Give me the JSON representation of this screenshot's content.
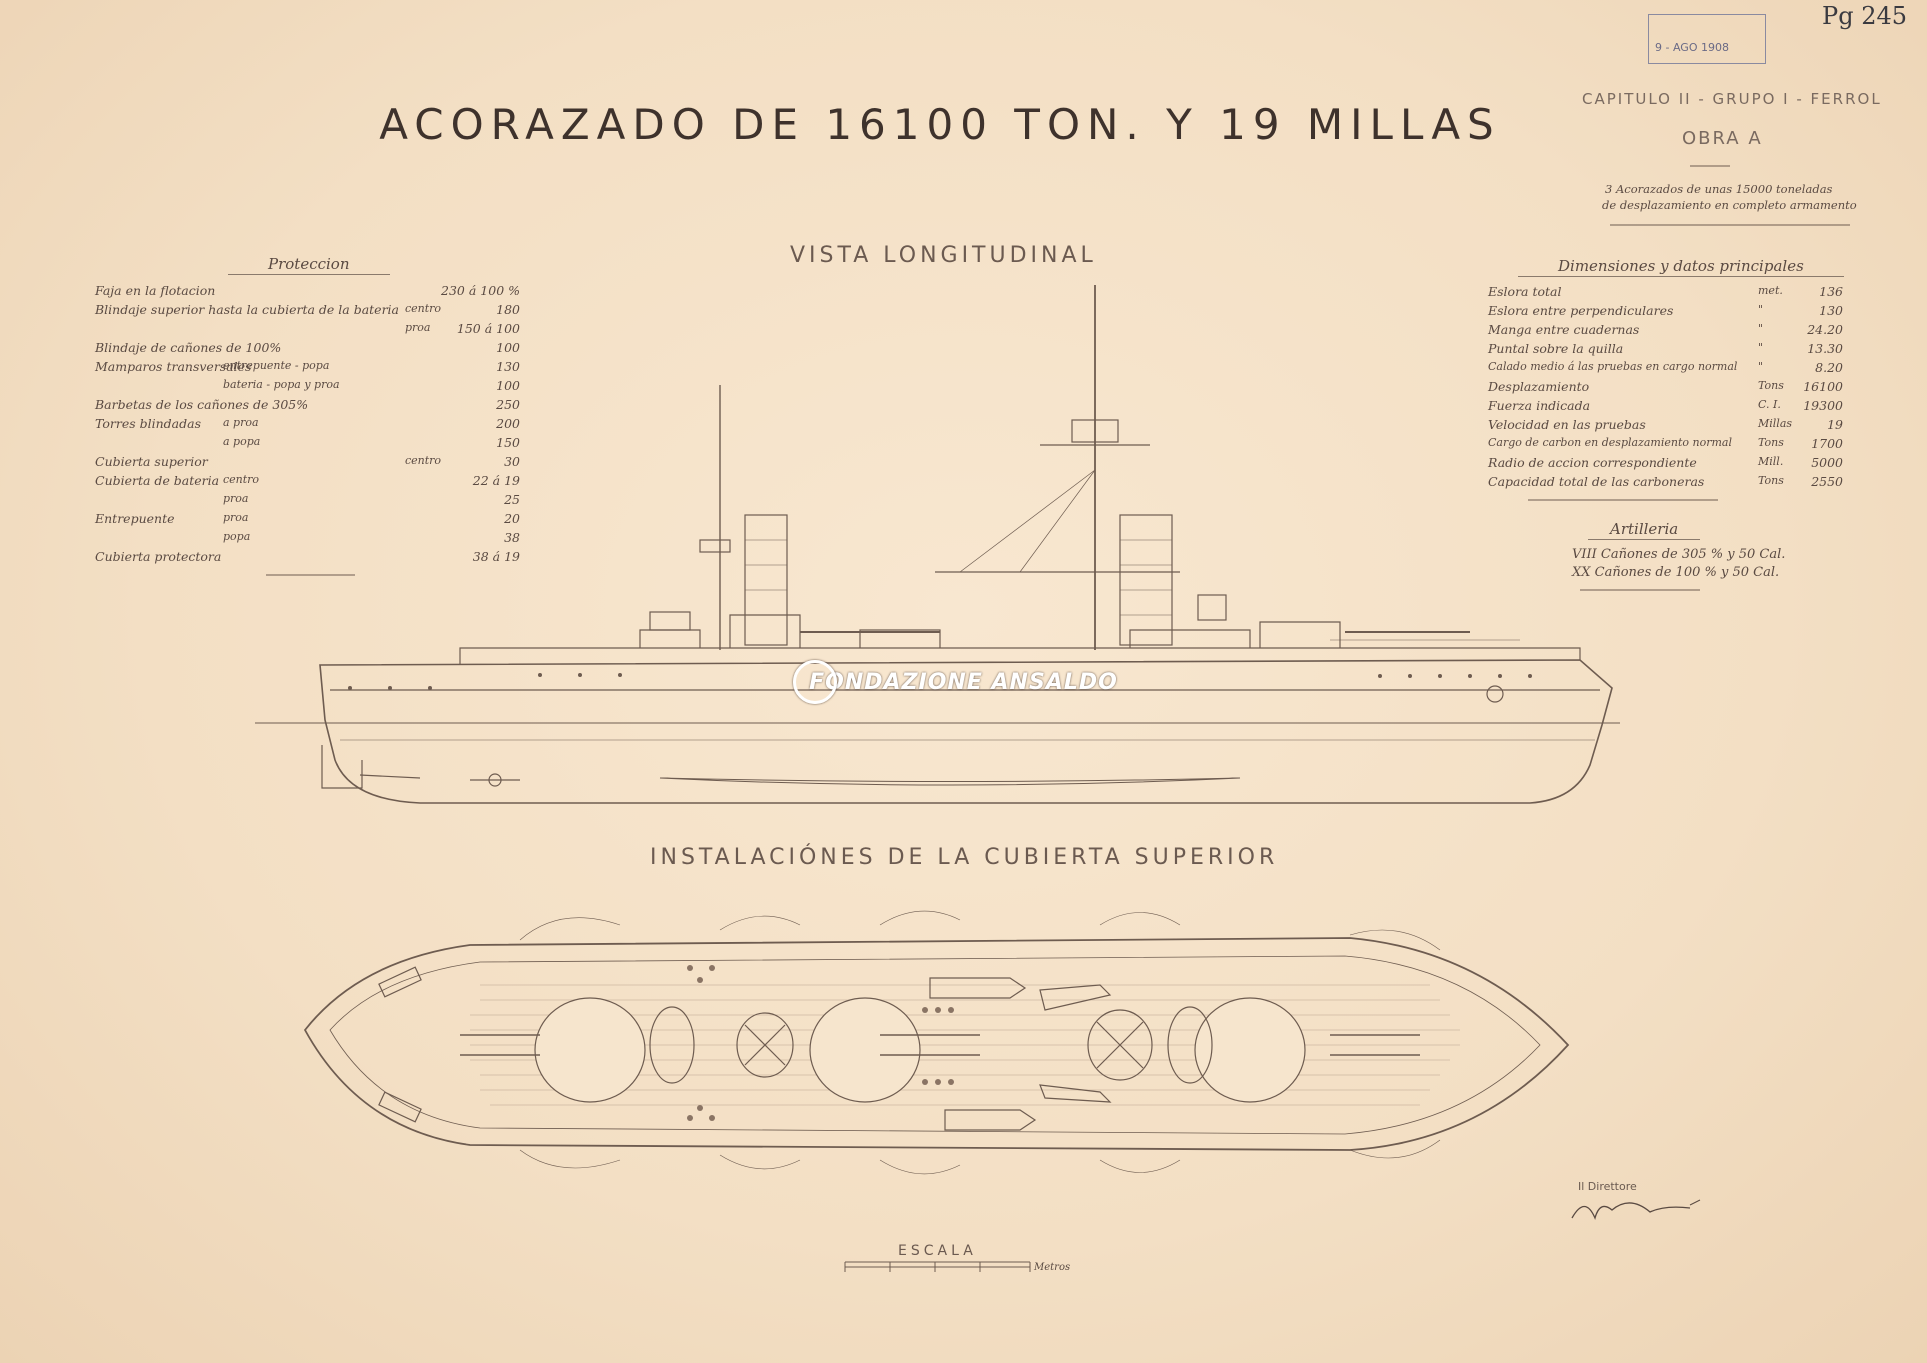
{
  "title": "ACORAZADO DE 16100 TON. Y 19 MILLAS",
  "page_number": "Pg  245",
  "stamp_date": "9 - AGO 1908",
  "header_right": {
    "chapter": "CAPITULO II - GRUPO I - FERROL",
    "obra": "OBRA A",
    "note_line1": "3 Acorazados de unas 15000 toneladas",
    "note_line2": "de desplazamiento en completo armamento"
  },
  "view_longitudinal": "VISTA LONGITUDINAL",
  "view_deck": "INSTALACIÓNES DE LA CUBIERTA SUPERIOR",
  "watermark": "FONDAZIONE ANSALDO",
  "scale_label": "ESCALA",
  "scale_unit": "Metros",
  "director_label": "Il Direttore",
  "protection": {
    "heading": "Proteccion",
    "rows": [
      {
        "label": "Faja en la flotacion",
        "sub": "",
        "value": "230 á 100 %"
      },
      {
        "label": "Blindaje superior hasta la cubierta de la bateria",
        "sub": "centro",
        "value": "180"
      },
      {
        "label": "",
        "sub": "proa",
        "value": "150 á 100"
      },
      {
        "label": "Blindaje de cañones de 100%",
        "sub": "",
        "value": "100"
      },
      {
        "label": "Mamparos transversales",
        "sub": "entrepuente - popa",
        "value": "130"
      },
      {
        "label": "",
        "sub": "bateria - popa y proa",
        "value": "100"
      },
      {
        "label": "Barbetas de los cañones de 305%",
        "sub": "",
        "value": "250"
      },
      {
        "label": "Torres blindadas",
        "sub": "a proa",
        "value": "200"
      },
      {
        "label": "",
        "sub": "a popa",
        "value": "150"
      },
      {
        "label": "Cubierta superior",
        "sub": "centro",
        "value": "30"
      },
      {
        "label": "Cubierta de bateria",
        "sub": "centro",
        "value": "22 á 19"
      },
      {
        "label": "",
        "sub": "proa",
        "value": "25"
      },
      {
        "label": "Entrepuente",
        "sub": "proa",
        "value": "20"
      },
      {
        "label": "",
        "sub": "popa",
        "value": "38"
      },
      {
        "label": "Cubierta protectora",
        "sub": "",
        "value": "38 á 19"
      }
    ]
  },
  "dimensions": {
    "heading": "Dimensiones y datos principales",
    "rows": [
      {
        "label": "Eslora total",
        "unit": "met.",
        "value": "136"
      },
      {
        "label": "Eslora entre perpendiculares",
        "unit": "\"",
        "value": "130"
      },
      {
        "label": "Manga entre cuadernas",
        "unit": "\"",
        "value": "24.20"
      },
      {
        "label": "Puntal sobre la quilla",
        "unit": "\"",
        "value": "13.30"
      },
      {
        "label": "Calado medio á las pruebas en cargo normal",
        "unit": "\"",
        "value": "8.20"
      },
      {
        "label": "Desplazamiento",
        "unit": "Tons",
        "value": "16100"
      },
      {
        "label": "Fuerza indicada",
        "unit": "C. I.",
        "value": "19300"
      },
      {
        "label": "Velocidad en las pruebas",
        "unit": "Millas",
        "value": "19"
      },
      {
        "label": "Cargo de carbon en desplazamiento normal",
        "unit": "Tons",
        "value": "1700"
      },
      {
        "label": "Radio de accion correspondiente",
        "unit": "Mill.",
        "value": "5000"
      },
      {
        "label": "Capacidad total de las carboneras",
        "unit": "Tons",
        "value": "2550"
      }
    ]
  },
  "artillery": {
    "heading": "Artilleria",
    "lines": [
      "VIII Cañones de 305 % y 50 Cal.",
      "XX Cañones de 100 % y 50 Cal."
    ]
  }
}
